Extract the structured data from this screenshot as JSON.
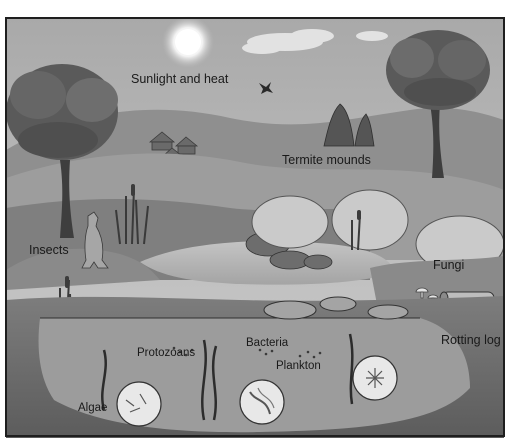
{
  "labels": {
    "sunlight": "Sunlight and heat",
    "termite": "Termite mounds",
    "insects": "Insects",
    "fungi": "Fungi",
    "bacteria": "Bacteria",
    "protozoans": "Protozoans",
    "plankton": "Plankton",
    "rotting_log": "Rotting log",
    "algae": "Algae"
  },
  "colors": {
    "frame": "#1e1e1e",
    "sky": "#bdbdbd",
    "far_hill": "#8c8c8c",
    "mid_hill": "#9e9e9e",
    "near_hill": "#7a7a7a",
    "ground": "#6f6f6f",
    "water": "#b8b8b8",
    "foliage": "#5f5f5f",
    "shrub": "#c9c9c9"
  }
}
